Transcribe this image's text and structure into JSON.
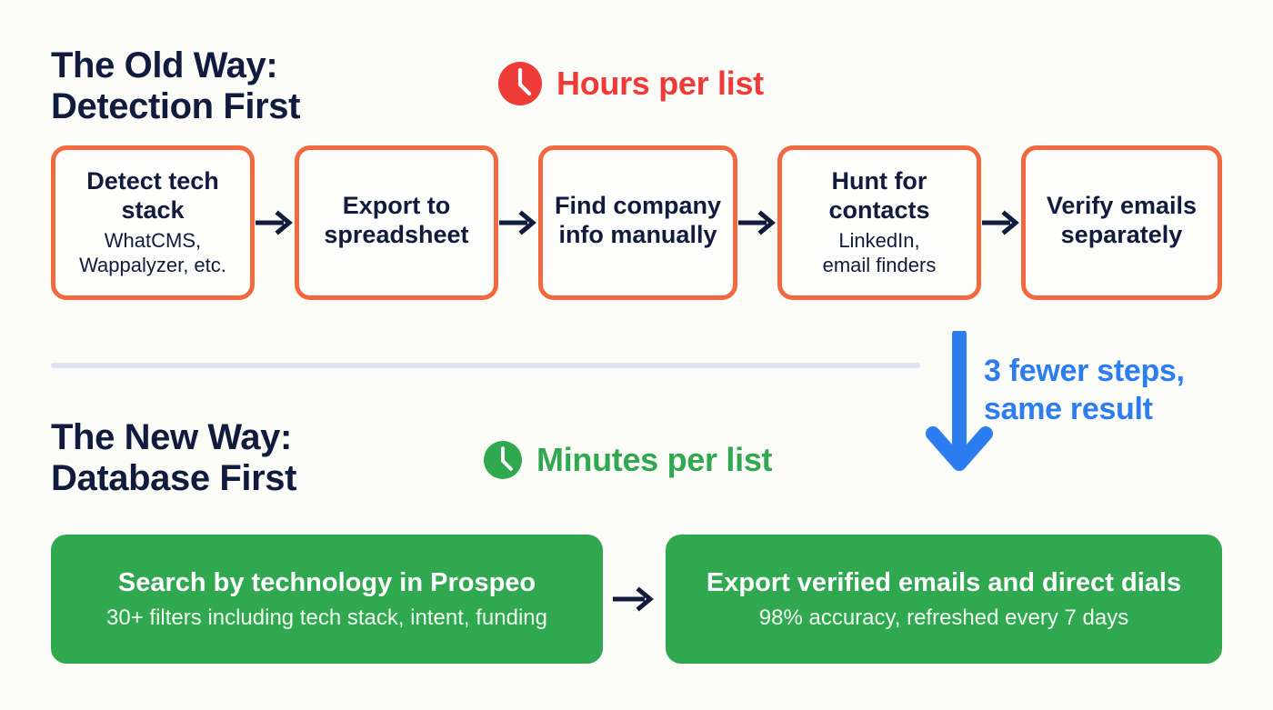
{
  "background_color": "#fbfbf8",
  "colors": {
    "navy": "#101b3d",
    "orange": "#f2683f",
    "red": "#ef3b38",
    "green": "#2fa84f",
    "blue": "#2c7ef0",
    "divider": "#dde3f0"
  },
  "old_way": {
    "title": "The Old Way:\nDetection First",
    "badge": {
      "icon": "clock-icon",
      "label": "Hours per list",
      "color": "#ef3b38"
    },
    "steps": [
      {
        "title": "Detect tech\nstack",
        "subtitle": "WhatCMS,\nWappalyzer, etc."
      },
      {
        "title": "Export to\nspreadsheet",
        "subtitle": ""
      },
      {
        "title": "Find company\ninfo manually",
        "subtitle": ""
      },
      {
        "title": "Hunt for\ncontacts",
        "subtitle": "LinkedIn,\nemail finders"
      },
      {
        "title": "Verify emails\nseparately",
        "subtitle": ""
      }
    ]
  },
  "callout": {
    "icon": "arrow-down-icon",
    "text": "3 fewer steps,\nsame result",
    "color": "#2c7ef0"
  },
  "new_way": {
    "title": "The New Way:\nDatabase First",
    "badge": {
      "icon": "clock-icon",
      "label": "Minutes per list",
      "color": "#2fa84f"
    },
    "steps": [
      {
        "title": "Search by technology in Prospeo",
        "subtitle": "30+ filters including tech stack, intent, funding"
      },
      {
        "title": "Export verified emails and direct dials",
        "subtitle": "98% accuracy, refreshed every 7 days"
      }
    ]
  }
}
